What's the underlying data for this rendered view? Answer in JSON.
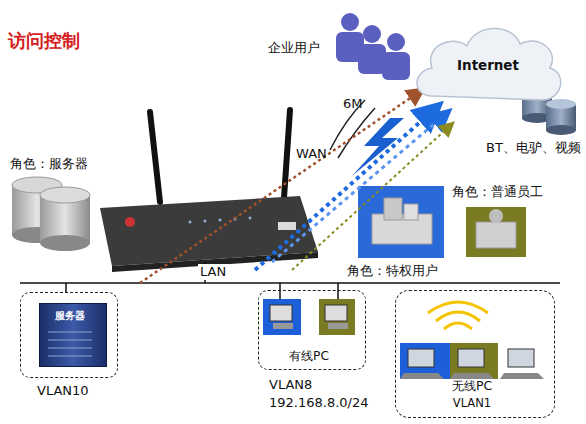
{
  "diagram": {
    "title": "访问控制",
    "nodes": [
      {
        "text": [
          "Internet"
        ]
      },
      {
        "text": [
          "VLAN10"
        ]
      },
      {
        "text": [
          "服务器"
        ],
        "in": 1
      },
      {
        "text": [
          "有线PC",
          "VLAN8",
          "192.168.8.0/24"
        ]
      },
      {
        "text": [
          "无线PC",
          "VLAN1"
        ]
      }
    ],
    "labels": [
      "企业用户",
      "6M",
      "WAN",
      "BT、电驴、视频",
      "角色：服务器",
      "角色：普通员工",
      "LAN",
      "角色：特权用户"
    ]
  }
}
